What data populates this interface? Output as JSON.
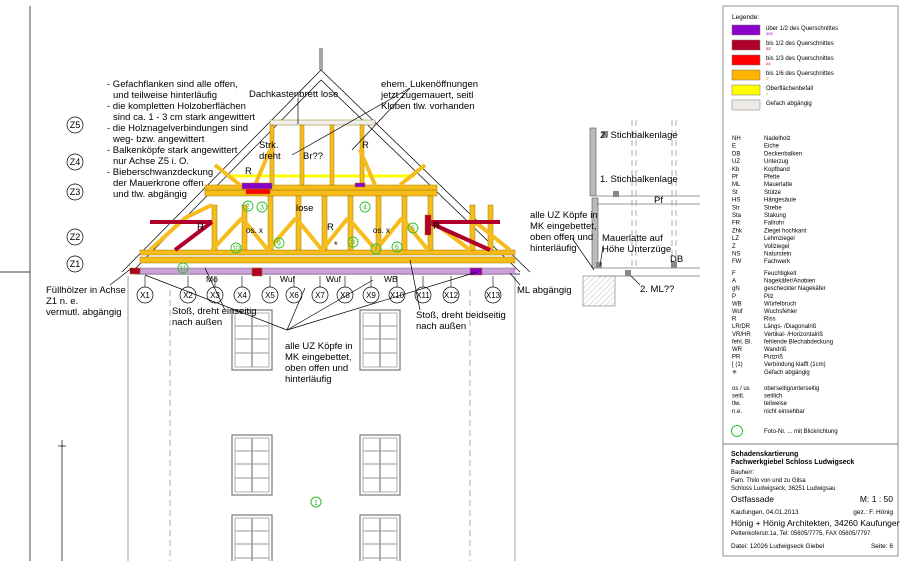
{
  "colors": {
    "over_half": "#8B00C8",
    "to_half": "#B0002A",
    "to_third": "#FF0000",
    "to_sixth": "#FFB400",
    "surface": "#FFFF00",
    "infill_missing": "#EEEAE6",
    "timber": "#F5BC1C",
    "photo": "#2DBE2D"
  },
  "notes": {
    "general": [
      "- Gefachflanken sind alle offen,",
      "  und teilweise hinterläufig",
      "- die kompletten Holzoberflächen",
      "  sind ca. 1 - 3 cm stark angewittert",
      "- die Holznagelverbindungen sind",
      "  weg- bzw. angewittert",
      "- Balkenköpfe stark angewittert",
      "  nur Achse Z5 i. O.",
      "- Bieberschwanzdeckung",
      "  der Mauerkrone offen",
      "  und tlw. abgängig"
    ],
    "dachkasten": "Dachkastenbrett lose",
    "luken": [
      "ehem. Lukenöffnungen",
      "jetzt zugemauert, seitl",
      "Kloben tlw. vorhanden"
    ],
    "strk": [
      "Strk.",
      "dreht"
    ],
    "br": "Br??",
    "lose": "lose",
    "r": "R",
    "os_x": "os. x",
    "mo": "Mö",
    "wuf": "Wuf",
    "wb": "WB",
    "star": "*",
    "fuellhoelzer": [
      "Füllhölzer in Achse",
      "Z1 n. e.",
      "vermutl. abgängig"
    ],
    "stoss_einseitig": [
      "Stoß, dreht einseitig",
      "nach außen"
    ],
    "stoss_beidseitig": [
      "Stoß, dreht beidseitig",
      "nach außen"
    ],
    "uz_koepfe": [
      "alle UZ Köpfe in",
      "MK eingebettet,",
      "oben offen und",
      "hinterläufig"
    ],
    "ml_abgaengig": "ML abgängig",
    "section": {
      "stich2": "2. Stichbalkenlage",
      "stich1": "1. Stichbalkenlage",
      "pf": "Pf",
      "uz": [
        "alle UZ Köpfe in",
        "MK eingebettet,",
        "oben offen und",
        "hinterläufig"
      ],
      "mauerlatte": [
        "Mauerlatte auf",
        "Höhe Unterzüge"
      ],
      "db": "DB",
      "ml2": "2. ML??"
    }
  },
  "z_axes": [
    "Z5",
    "Z4",
    "Z3",
    "Z2",
    "Z1"
  ],
  "x_axes": [
    "X1",
    "X2",
    "X3",
    "X4",
    "X5",
    "X6",
    "X7",
    "X8",
    "X9",
    "X10",
    "X11",
    "X12",
    "X13"
  ],
  "photos": [
    "1",
    "2",
    "3",
    "4",
    "5",
    "6",
    "7",
    "8",
    "9",
    "10",
    "11",
    "1"
  ],
  "legend": {
    "title": "Legende:",
    "damage": [
      {
        "label": "über 1/2 des Querschnittes",
        "code": "xxx"
      },
      {
        "label": "bis 1/2 des Querschnittes",
        "code": "xx'"
      },
      {
        "label": "bis 1/3 des Querschnittes",
        "code": "xx"
      },
      {
        "label": "bis 1/6 des Querschnittes",
        "code": "x'"
      },
      {
        "label": "Oberflächenbefall",
        "code": "x"
      },
      {
        "label": "Gefach abgängig",
        "code": ""
      }
    ],
    "abbrev1": [
      [
        "NH",
        "Nadelholz"
      ],
      [
        "E",
        "Eiche"
      ],
      [
        "DB",
        "Deckenbalken"
      ],
      [
        "UZ",
        "Unterzug"
      ],
      [
        "Kb",
        "Kopfband"
      ],
      [
        "Pf",
        "Pfette"
      ],
      [
        "ML",
        "Mauerlatte"
      ],
      [
        "St",
        "Stütze"
      ],
      [
        "HS",
        "Hängesäule"
      ],
      [
        "Str",
        "Strebe"
      ],
      [
        "Sta",
        "Stakung"
      ],
      [
        "FR",
        "Fallrohr"
      ],
      [
        "Zhk",
        "Ziegel hochkant"
      ],
      [
        "LZ",
        "Lehmziegel"
      ],
      [
        "Z",
        "Vollziegel"
      ],
      [
        "NS",
        "Naturstein"
      ],
      [
        "FW",
        "Fachwerk"
      ]
    ],
    "abbrev2": [
      [
        "F",
        "Feuchtigkeit"
      ],
      [
        "A",
        "Nagekäfer/Anobien"
      ],
      [
        "gN",
        "gescheckter Nagekäfer"
      ],
      [
        "P",
        "Pilz"
      ],
      [
        "WB",
        "Würfelbruch"
      ],
      [
        "Wuf",
        "Wuchsfehler"
      ],
      [
        "R",
        "Riss"
      ],
      [
        "LR/DR",
        "Längs- /Diagonalriß"
      ],
      [
        "VR/HR",
        "Vertikal- /Horizontalriß"
      ],
      [
        "fehl. Bl.",
        "fehlende Blechabdeckung"
      ],
      [
        "WR",
        "Wandriß"
      ],
      [
        "PR",
        "Putzriß"
      ],
      [
        "[ (1)",
        "Verbindung klafft (1cm)"
      ],
      [
        "✳",
        "Gefach abgängig"
      ]
    ],
    "abbrev3": [
      [
        "os / us",
        "oberseitig/unterseitig"
      ],
      [
        "seitl.",
        "seitlich"
      ],
      [
        "tlw.",
        "teilweise"
      ],
      [
        "n.e.",
        "nicht einsehbar"
      ]
    ],
    "photo_label": "Foto-Nr. ... mit Blickrichtung"
  },
  "titleblock": {
    "title1": "Schadenskartierung",
    "title2": "Fachwerkgiebel Schloss Ludwigseck",
    "client_label": "Bauherr:",
    "client1": "Fam. Thilo von und zu Gilsa",
    "client2": "Schloss Ludwigseck, 36251 Ludwigsau",
    "view": "Ostfassade",
    "scale": "M: 1 : 50",
    "place_date": "Kaufungen, 04.01.2013",
    "drawn": "gez.: F. Hönig",
    "office": "Hönig + Hönig Architekten, 34260 Kaufungen",
    "address": "Pettenkoferstr.1a, Tel: 05605/7775, FAX 05605/7797",
    "file": "Datei: 12026 Ludwigseck Giebel",
    "page": "Seite: 6"
  }
}
